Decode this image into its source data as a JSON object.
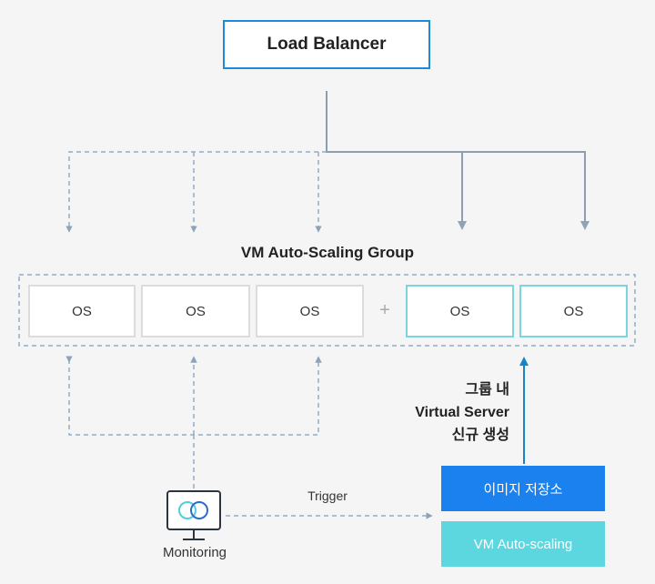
{
  "load_balancer": "Load Balancer",
  "group_title": "VM Auto-Scaling Group",
  "os_nodes": [
    "OS",
    "OS",
    "OS",
    "OS",
    "OS"
  ],
  "plus": "+",
  "new_vm_caption": [
    "그룹 내",
    "Virtual Server",
    "신규 생성"
  ],
  "image_store": "이미지 저장소",
  "vm_autoscaling": "VM Auto-scaling",
  "trigger": "Trigger",
  "monitoring": "Monitoring",
  "colors": {
    "lb_border": "#1a8cd8",
    "new_os_border": "#7ad6dc",
    "image_store_fill": "#1a81ee",
    "autoscaling_fill": "#5cd7df",
    "dashed_line": "#94acc6",
    "solid_line": "#8e9eb0",
    "scale_arrow": "#1486c8"
  }
}
